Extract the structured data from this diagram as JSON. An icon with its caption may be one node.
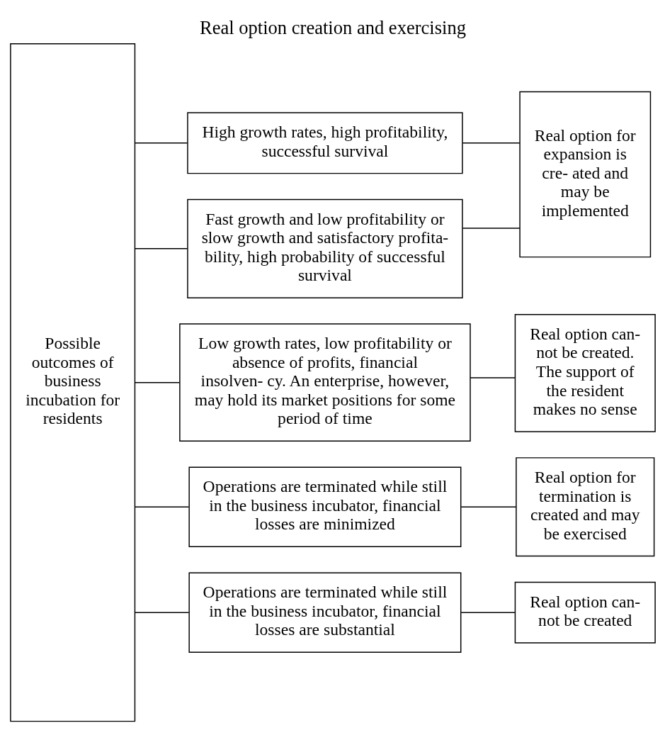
{
  "diagram": {
    "title": "Real option creation and exercising",
    "nodes": [
      {
        "text": [
          "Possible outcomes of business incubation for residents"
        ]
      },
      {
        "text": [
          "High growth rates, high profitability, successful survival"
        ]
      },
      {
        "text": [
          "Fast growth and low profitability or slow growth and satisfactory profita- bility, high probability of successful survival"
        ]
      },
      {
        "text": [
          "Low growth rates, low profitability or absence of profits, financial insolven- cy. An enterprise, however, may hold its market positions for some period of time"
        ]
      },
      {
        "text": [
          "Operations are terminated while still in the business incubator, financial losses are minimized"
        ]
      },
      {
        "text": [
          "Operations are terminated while still in the business incubator, financial losses are substantial"
        ]
      },
      {
        "text": [
          "Real option for expansion is cre- ated and may be implemented"
        ]
      },
      {
        "text": [
          "Real option can- not be created. The support of the resident makes no sense"
        ]
      },
      {
        "text": [
          "Real option for termination is created and may be exercised"
        ]
      },
      {
        "text": [
          "Real option can- not be created"
        ]
      }
    ],
    "edges": [
      {
        "from": 0,
        "to": 1,
        "arrow": "none"
      },
      {
        "from": 0,
        "to": 2,
        "arrow": "none"
      },
      {
        "from": 0,
        "to": 3,
        "arrow": "none"
      },
      {
        "from": 0,
        "to": 4,
        "arrow": "none"
      },
      {
        "from": 0,
        "to": 5,
        "arrow": "none"
      },
      {
        "from": 1,
        "to": 6,
        "arrow": "none"
      },
      {
        "from": 2,
        "to": 6,
        "arrow": "none"
      },
      {
        "from": 3,
        "to": 7,
        "arrow": "none"
      },
      {
        "from": 4,
        "to": 8,
        "arrow": "none"
      },
      {
        "from": 5,
        "to": 9,
        "arrow": "none"
      }
    ]
  }
}
